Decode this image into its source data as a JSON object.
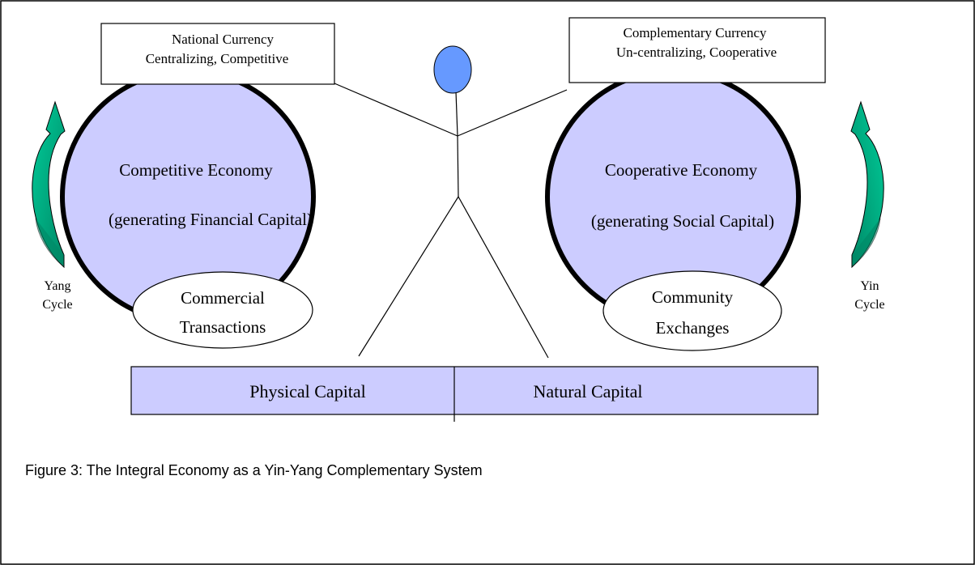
{
  "national_currency": {
    "line1": "National Currency",
    "line2": "Centralizing, Competitive"
  },
  "complementary_currency": {
    "line1": "Complementary Currency",
    "line2": "Un-centralizing, Cooperative"
  },
  "competitive_economy": {
    "title": "Competitive Economy",
    "subtitle": "(generating Financial Capital)",
    "ellipse_line1": "Commercial",
    "ellipse_line2": "Transactions"
  },
  "cooperative_economy": {
    "title": "Cooperative Economy",
    "subtitle": "(generating Social Capital)",
    "ellipse_line1": "Community",
    "ellipse_line2": "Exchanges"
  },
  "yang_cycle": {
    "line1": "Yang",
    "line2": "Cycle"
  },
  "yin_cycle": {
    "line1": "Yin",
    "line2": "Cycle"
  },
  "base_bar": {
    "left": "Physical Capital",
    "right": "Natural Capital"
  },
  "caption": "Figure 3: The Integral Economy as a Yin-Yang Complementary System",
  "colors": {
    "circle_fill": "#ccccff",
    "head_fill": "#6699ff",
    "arrow_light": "#00cc99",
    "arrow_dark": "#009966",
    "outline": "#000000"
  }
}
